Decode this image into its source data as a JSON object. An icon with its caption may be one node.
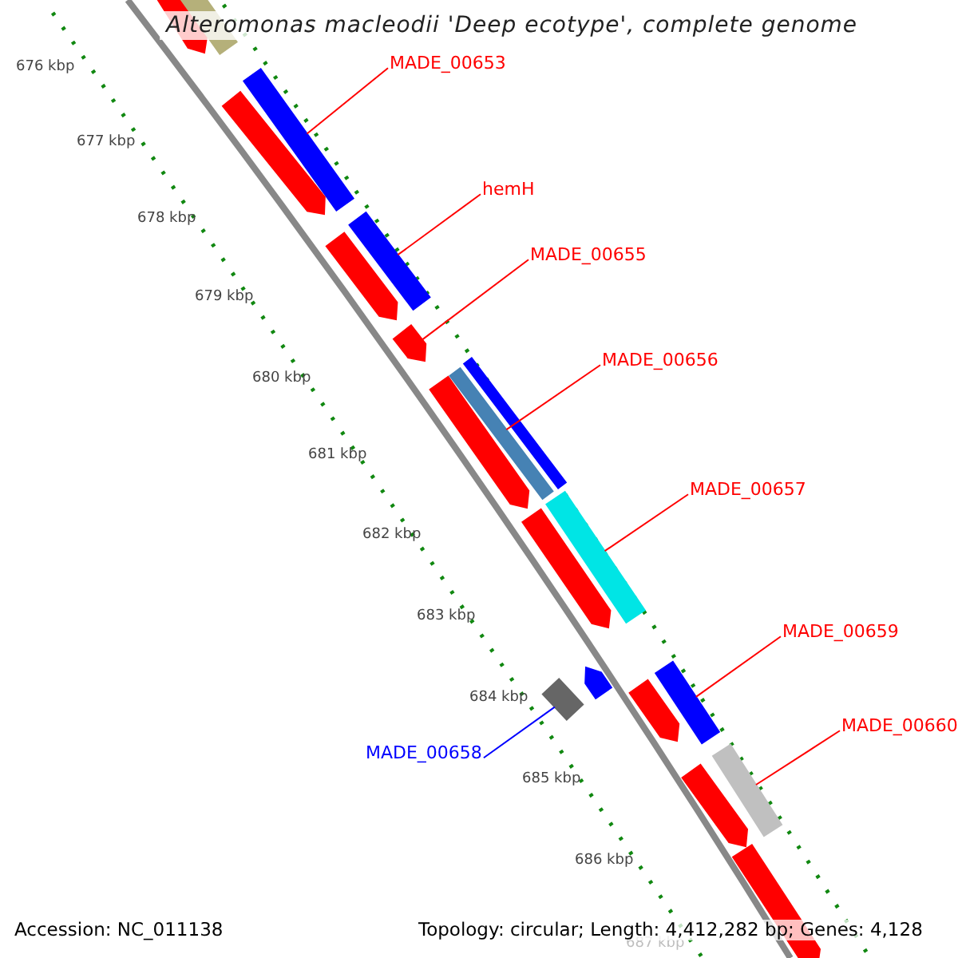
{
  "diagram": {
    "title": "Alteromonas macleodii 'Deep ecotype', complete genome",
    "nodes": [
      {
        "text": [
          "MADE_00653"
        ]
      },
      {
        "text": [
          "hemH"
        ]
      },
      {
        "text": [
          "MADE_00655"
        ]
      },
      {
        "text": [
          "MADE_00656"
        ]
      },
      {
        "text": [
          "MADE_00657"
        ]
      },
      {
        "text": [
          "MADE_00659"
        ]
      },
      {
        "text": [
          "MADE_00660"
        ]
      },
      {
        "text": [
          "MADE_00658"
        ]
      },
      {
        "text": [],
        "shape": "arrow"
      },
      {
        "text": [],
        "shape": "bar"
      },
      {
        "text": [],
        "shape": "bar"
      },
      {
        "text": [],
        "shape": "arrow"
      },
      {
        "text": [],
        "shape": "bar"
      },
      {
        "text": [],
        "shape": "arrow"
      },
      {
        "text": [],
        "shape": "arrow"
      },
      {
        "text": [],
        "shape": "bar"
      },
      {
        "text": [],
        "shape": "bar"
      },
      {
        "text": [],
        "shape": "arrow"
      },
      {
        "text": [],
        "shape": "bar"
      },
      {
        "text": [],
        "shape": "arrow"
      },
      {
        "text": [],
        "shape": "bar"
      },
      {
        "text": [],
        "shape": "arrow"
      },
      {
        "text": [],
        "shape": "arrow"
      },
      {
        "text": [],
        "shape": "bar"
      },
      {
        "text": [],
        "shape": "bar"
      },
      {
        "text": [],
        "shape": "arrow"
      },
      {
        "text": [],
        "shape": "arrow"
      }
    ],
    "edges": [
      {
        "from": 0,
        "to": 10,
        "arrow": "none",
        "color": "#ff0000"
      },
      {
        "from": 1,
        "to": 12,
        "arrow": "none",
        "color": "#ff0000"
      },
      {
        "from": 2,
        "to": 14,
        "arrow": "none",
        "color": "#ff0000"
      },
      {
        "from": 3,
        "to": 16,
        "arrow": "none",
        "color": "#ff0000"
      },
      {
        "from": 4,
        "to": 18,
        "arrow": "none",
        "color": "#ff0000"
      },
      {
        "from": 5,
        "to": 20,
        "arrow": "none",
        "color": "#ff0000"
      },
      {
        "from": 6,
        "to": 24,
        "arrow": "none",
        "color": "#ff0000"
      },
      {
        "from": 7,
        "to": 23,
        "arrow": "none",
        "color": "#0000ff"
      }
    ],
    "labels": [
      "676 kbp",
      "677 kbp",
      "678 kbp",
      "679 kbp",
      "680 kbp",
      "681 kbp",
      "682 kbp",
      "683 kbp",
      "684 kbp",
      "685 kbp",
      "686 kbp",
      "687 kbp",
      "Accession: NC_011138",
      "Topology: circular; Length: 4,412,282 bp; Genes: 4,128"
    ]
  }
}
